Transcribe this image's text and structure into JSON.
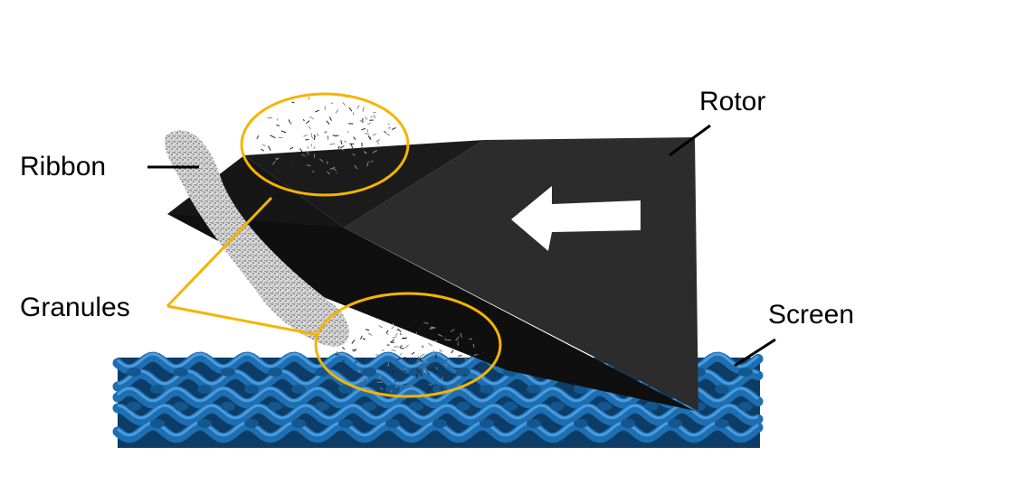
{
  "labels": {
    "rotor": "Rotor",
    "ribbon": "Ribbon",
    "granules": "Granules",
    "screen": "Screen"
  },
  "colors": {
    "background": "#ffffff",
    "rotor_face": "#2c2c2c",
    "rotor_side": "#121212",
    "screen_mesh": "#1e6fb2",
    "screen_shadow": "#0d3c66",
    "highlight_ellipse": "#f5b400",
    "leader_line": "#000000",
    "arrow_fill": "#ffffff"
  },
  "icons": {
    "direction_arrow": "left-arrow-icon"
  }
}
